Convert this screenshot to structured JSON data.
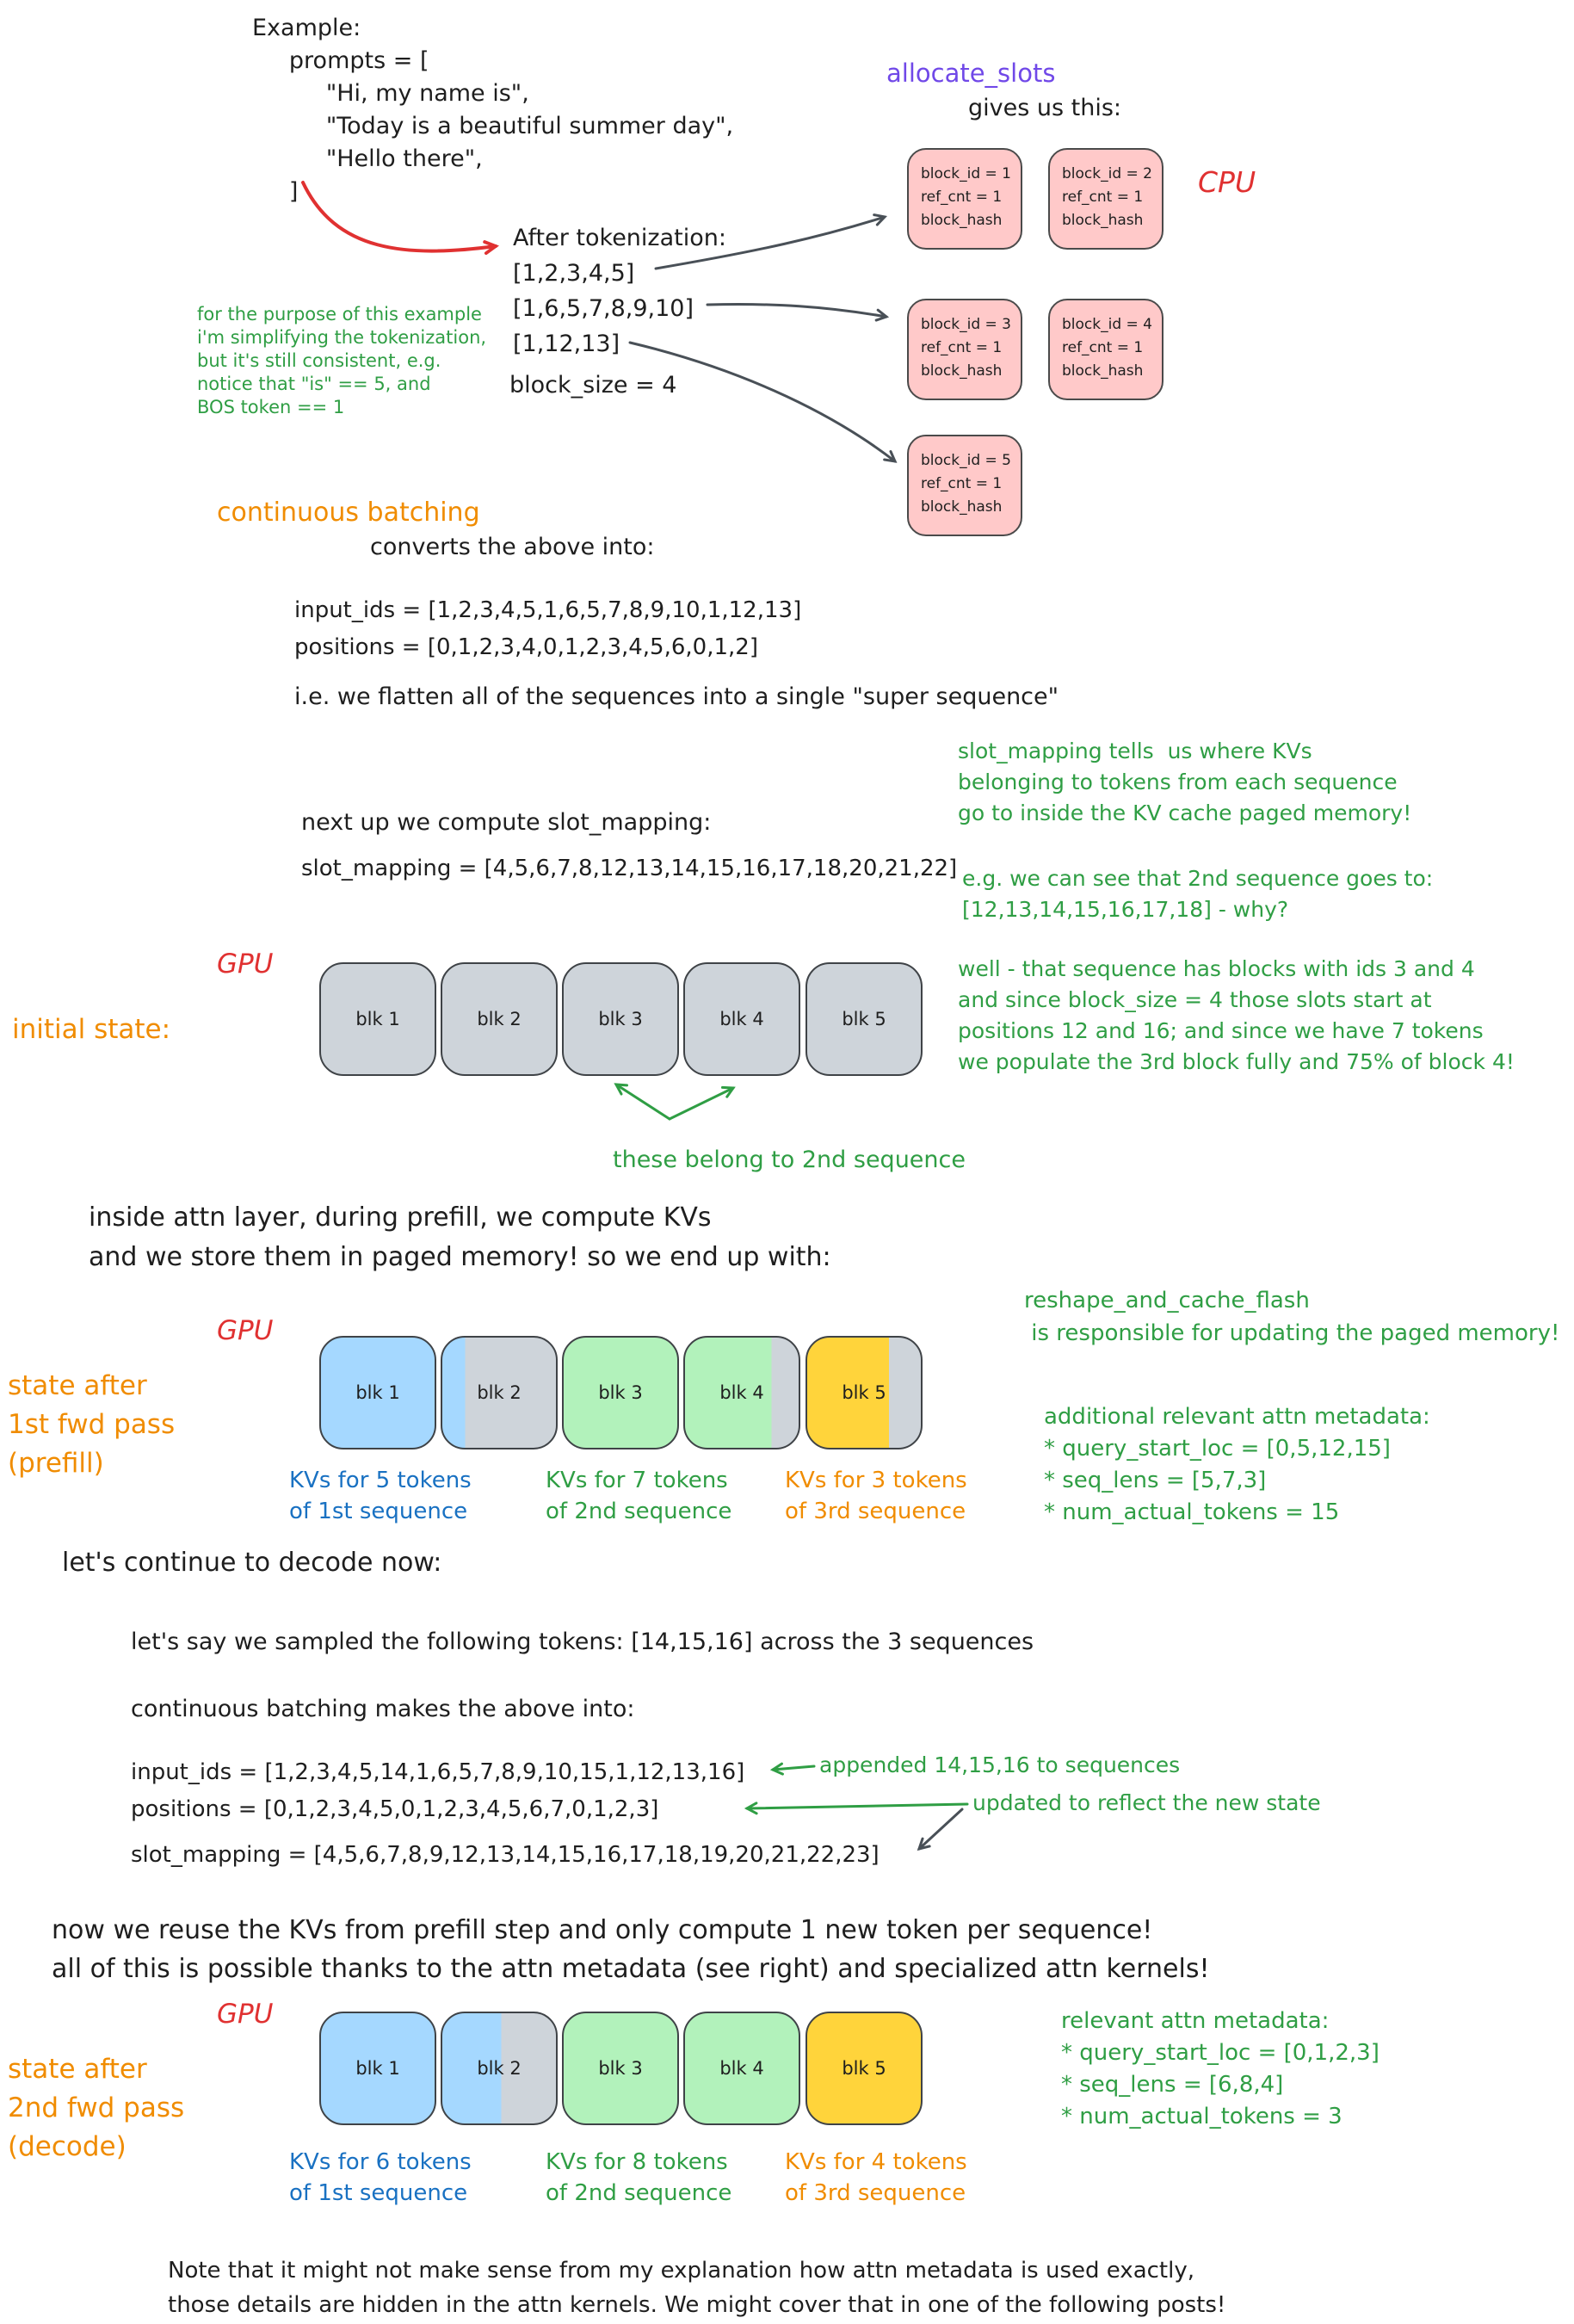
{
  "example": "Example:\n     prompts = [\n          \"Hi, my name is\",\n          \"Today is a beautiful summer day\",\n          \"Hello there\",\n     ]",
  "tokenization": {
    "lines": "After tokenization:\n[1,2,3,4,5]\n[1,6,5,7,8,9,10]\n[1,12,13]",
    "block_size": "block_size = 4"
  },
  "simplify_note": "for the purpose of this example\ni'm simplifying the tokenization,\nbut it's still consistent, e.g.\nnotice that \"is\" == 5, and\nBOS token == 1",
  "allocate": {
    "title": "allocate_slots",
    "subtitle": "gives us this:",
    "cpu_label": "CPU"
  },
  "cpu_blocks": [
    "block_id = 1\nref_cnt = 1\nblock_hash",
    "block_id = 2\nref_cnt = 1\nblock_hash",
    "block_id = 3\nref_cnt = 1\nblock_hash",
    "block_id = 4\nref_cnt = 1\nblock_hash",
    "block_id = 5\nref_cnt = 1\nblock_hash"
  ],
  "batching": {
    "title": "continuous batching",
    "subtitle": "converts the above into:",
    "io": "input_ids = [1,2,3,4,5,1,6,5,7,8,9,10,1,12,13]\npositions = [0,1,2,3,4,0,1,2,3,4,5,6,0,1,2]",
    "flatten": "i.e. we flatten all of the sequences into a single \"super sequence\""
  },
  "slot_mapping": {
    "note": "slot_mapping tells  us where KVs\nbelonging to tokens from each sequence\ngo to inside the KV cache paged memory!",
    "intro": "next up we compute slot_mapping:",
    "value": "slot_mapping = [4,5,6,7,8,12,13,14,15,16,17,18,20,21,22]",
    "example_note": "e.g. we can see that 2nd sequence goes to:\n[12,13,14,15,16,17,18] - why?"
  },
  "initial_state": {
    "gpu_label": "GPU",
    "label": "initial state:",
    "blocks": [
      "blk 1",
      "blk 2",
      "blk 3",
      "blk 4",
      "blk 5"
    ],
    "why_note": "well - that sequence has blocks with ids 3 and 4\nand since block_size = 4 those slots start at\npositions 12 and 16; and since we have 7 tokens\nwe populate the 3rd block fully and 75% of block 4!",
    "belong_note": "these belong to 2nd sequence"
  },
  "prefill": {
    "intro": "inside attn layer, during prefill, we compute KVs\nand we store them in paged memory! so we end up with:",
    "gpu_label": "GPU",
    "state_label": "state after\n1st fwd pass\n(prefill)",
    "blocks": [
      "blk 1",
      "blk 2",
      "blk 3",
      "blk 4",
      "blk 5"
    ],
    "kv1": "KVs for 5 tokens\nof 1st sequence",
    "kv2": "KVs for 7 tokens\nof 2nd sequence",
    "kv3": "KVs for 3 tokens\nof 3rd sequence",
    "reshape_note": "reshape_and_cache_flash\n is responsible for updating the paged memory!",
    "metadata": "additional relevant attn metadata:\n* query_start_loc = [0,5,12,15]\n* seq_lens = [5,7,3]\n* num_actual_tokens = 15"
  },
  "decode": {
    "continue_label": "let's continue to decode now:",
    "sampled": "let's say we sampled the following tokens: [14,15,16] across the 3 sequences",
    "cb": "continuous batching makes the above into:",
    "io": "input_ids = [1,2,3,4,5,14,1,6,5,7,8,9,10,15,1,12,13,16]\npositions = [0,1,2,3,4,5,0,1,2,3,4,5,6,7,0,1,2,3]",
    "appended_note": "appended 14,15,16 to sequences",
    "updated_note": "updated to reflect the new state",
    "slot": "slot_mapping = [4,5,6,7,8,9,12,13,14,15,16,17,18,19,20,21,22,23]",
    "reuse": "now we reuse the KVs from prefill step and only compute 1 new token per sequence!\nall of this is possible thanks to the attn metadata (see right) and specialized attn kernels!",
    "gpu_label": "GPU",
    "state_label": "state after\n2nd fwd pass\n(decode)",
    "blocks": [
      "blk 1",
      "blk 2",
      "blk 3",
      "blk 4",
      "blk 5"
    ],
    "kv1": "KVs for 6 tokens\nof 1st sequence",
    "kv2": "KVs for 8 tokens\nof 2nd sequence",
    "kv3": "KVs for 4 tokens\nof 3rd sequence",
    "metadata": "relevant attn metadata:\n* query_start_loc = [0,1,2,3]\n* seq_lens = [6,8,4]\n* num_actual_tokens = 3"
  },
  "footer": "Note that it might not make sense from my explanation how attn metadata is used exactly,\nthose details are hidden in the attn kernels. We might cover that in one of the following posts!"
}
